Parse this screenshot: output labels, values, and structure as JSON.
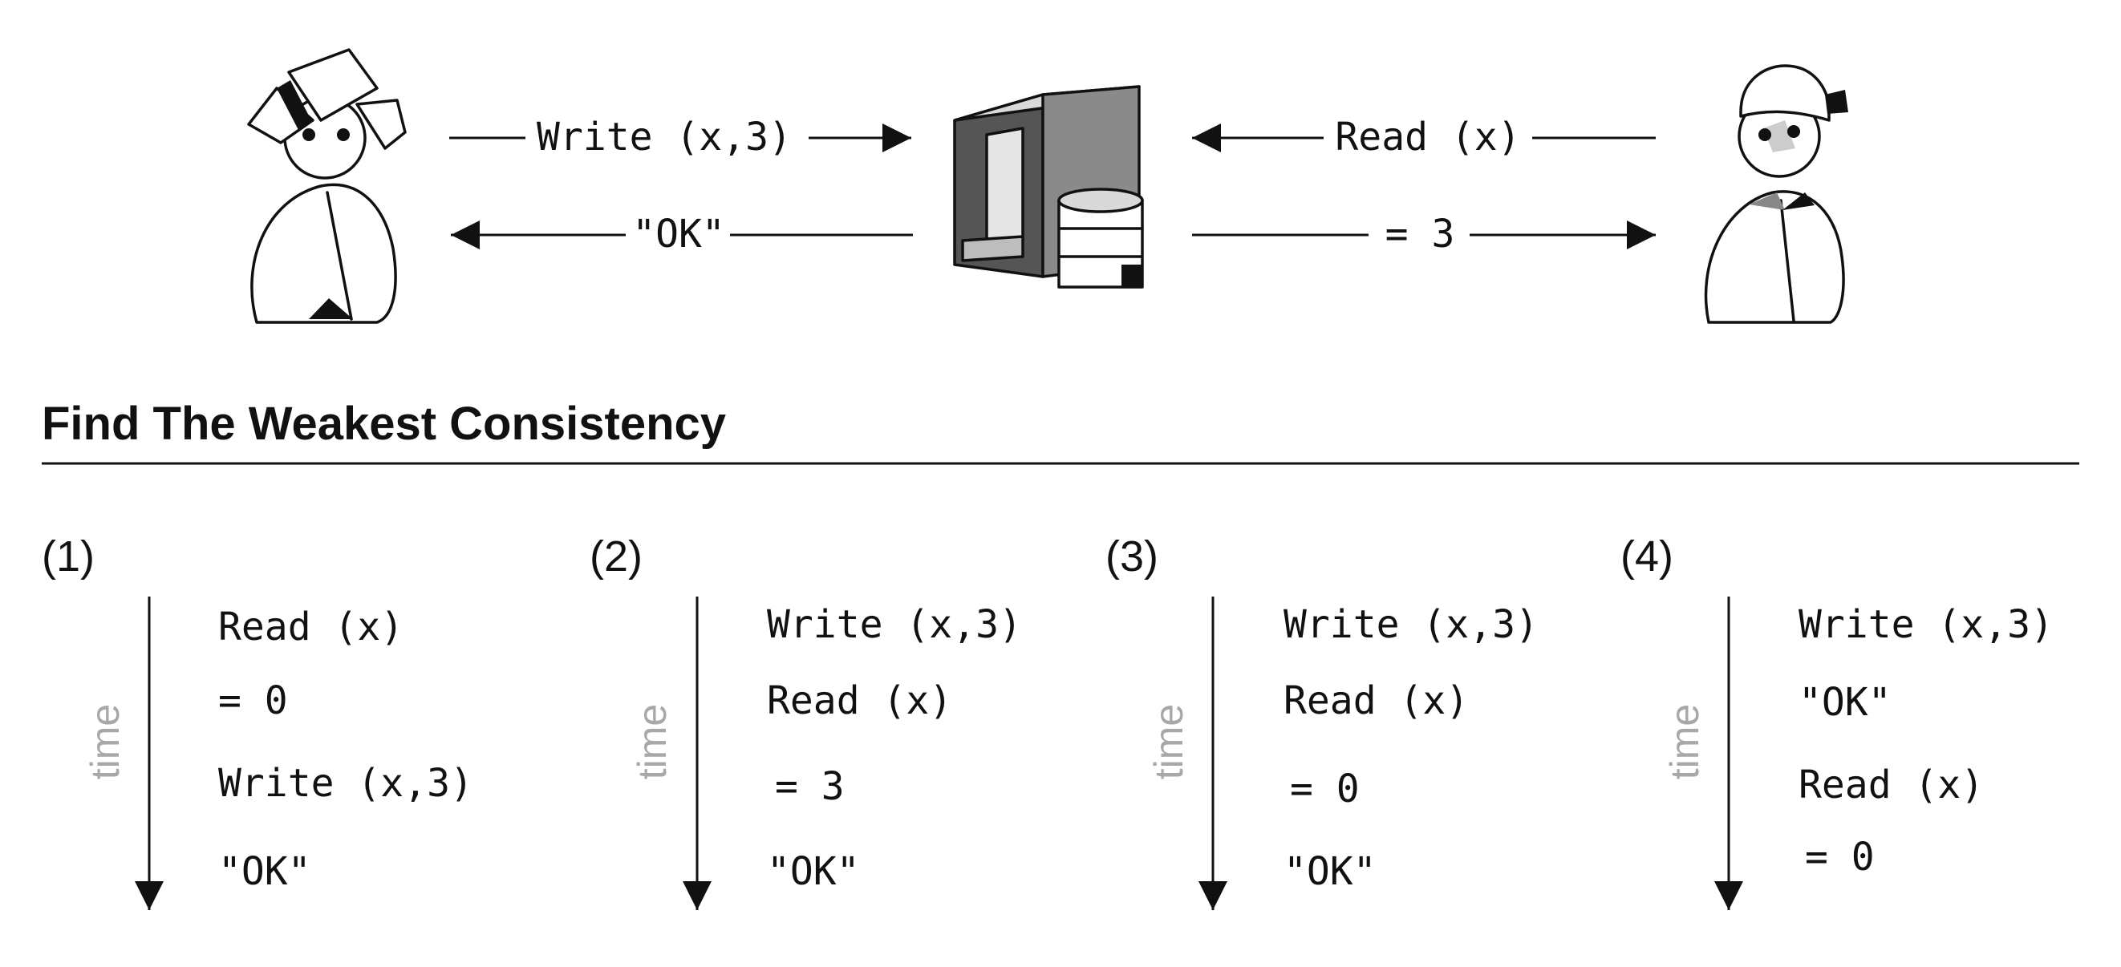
{
  "top": {
    "writer_to_db": "Write (x,3)",
    "db_to_writer": "\"OK\"",
    "reader_to_db": "Read (x)",
    "db_to_reader": "= 3"
  },
  "heading": "Find The Weakest Consistency",
  "time_label": "time",
  "options": [
    {
      "label": "(1)",
      "steps": [
        "Read (x)",
        "= 0",
        "Write (x,3)",
        "\"OK\""
      ]
    },
    {
      "label": "(2)",
      "steps": [
        "Write (x,3)",
        "Read (x)",
        "= 3",
        "\"OK\""
      ]
    },
    {
      "label": "(3)",
      "steps": [
        "Write (x,3)",
        "Read (x)",
        "= 0",
        "\"OK\""
      ]
    },
    {
      "label": "(4)",
      "steps": [
        "Write (x,3)",
        "\"OK\"",
        "Read (x)",
        "= 0"
      ]
    }
  ],
  "colors": {
    "ink": "#111111",
    "time_label": "#a8a8a8",
    "db_dark": "#555555",
    "db_mid": "#8a8a8a",
    "db_light": "#d9d9d9"
  }
}
